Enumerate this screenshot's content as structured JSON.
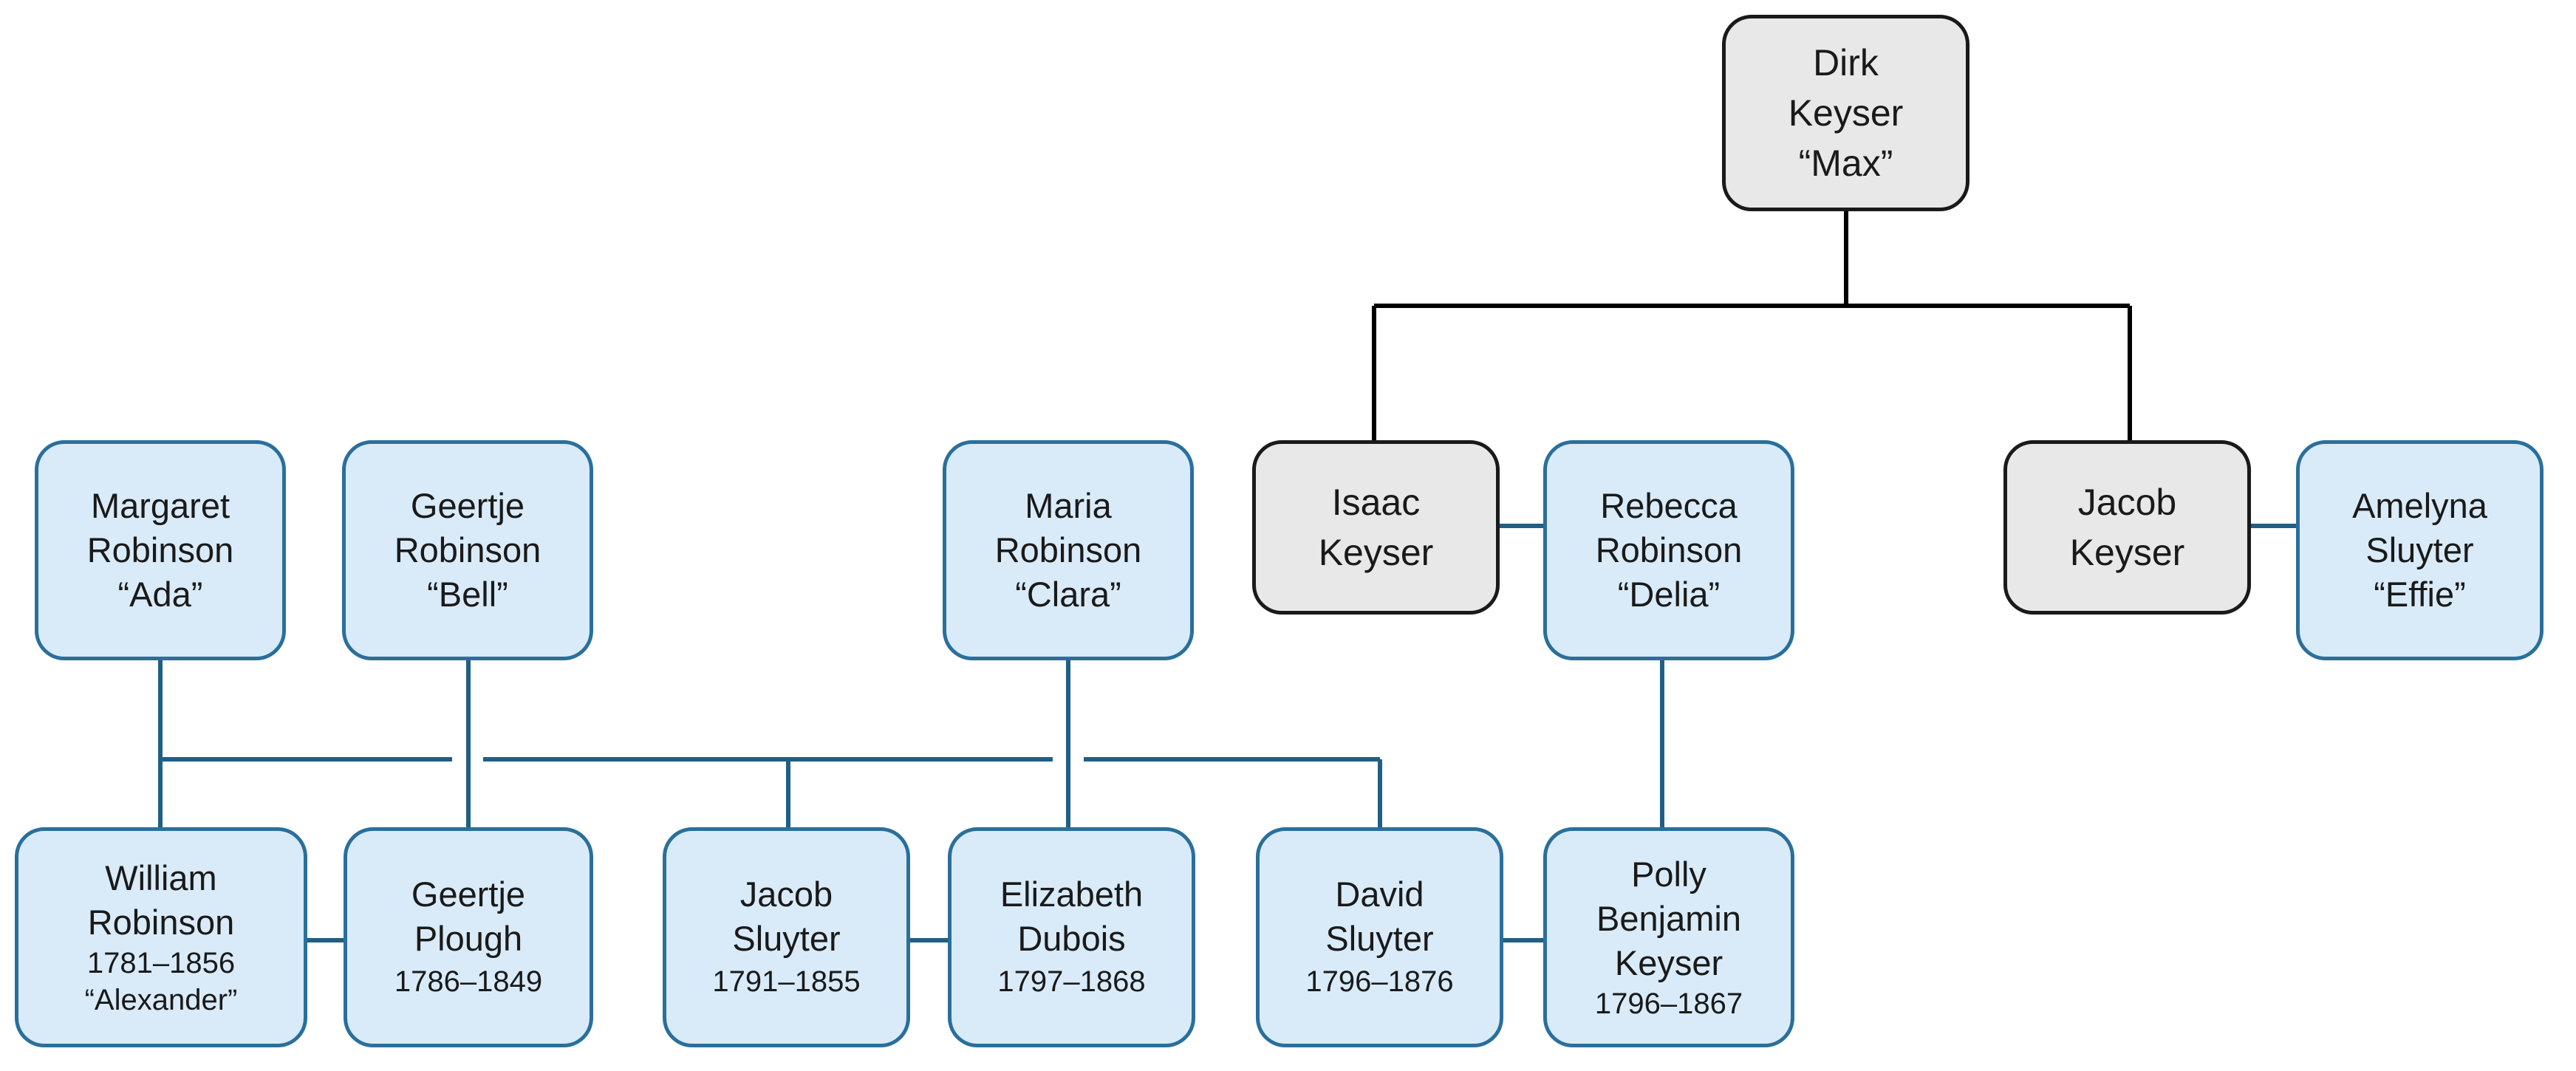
{
  "people": {
    "dirk": {
      "first": "Dirk",
      "last": "Keyser",
      "nick": "“Max”"
    },
    "isaac": {
      "first": "Isaac",
      "last": "Keyser"
    },
    "jacob_keyser": {
      "first": "Jacob",
      "last": "Keyser"
    },
    "rebecca": {
      "first": "Rebecca",
      "last": "Robinson",
      "nick": "“Delia”"
    },
    "amelyna": {
      "first": "Amelyna",
      "last": "Sluyter",
      "nick": "“Effie”"
    },
    "margaret": {
      "first": "Margaret",
      "last": "Robinson",
      "nick": "“Ada”"
    },
    "geertje_r": {
      "first": "Geertje",
      "last": "Robinson",
      "nick": "“Bell”"
    },
    "maria": {
      "first": "Maria",
      "last": "Robinson",
      "nick": "“Clara”"
    },
    "william": {
      "first": "William",
      "last": "Robinson",
      "years": "1781–1856",
      "nick": "“Alexander”"
    },
    "geertje_p": {
      "first": "Geertje",
      "last": "Plough",
      "years": "1786–1849"
    },
    "jacob_sluyter": {
      "first": "Jacob",
      "last": "Sluyter",
      "years": "1791–1855"
    },
    "elizabeth": {
      "first": "Elizabeth",
      "last": "Dubois",
      "years": "1797–1868"
    },
    "david": {
      "first": "David",
      "last": "Sluyter",
      "years": "1796–1876"
    },
    "polly": {
      "first": "Polly",
      "middle": "Benjamin",
      "last": "Keyser",
      "years": "1796–1867"
    }
  },
  "colors": {
    "keyser_fill": "#e8e8e8",
    "keyser_border": "#1a1a1a",
    "robinson_fill": "#d9ebf9",
    "robinson_border": "#2a6f9c",
    "line_blue": "#1f5f86",
    "line_black": "#000000"
  }
}
